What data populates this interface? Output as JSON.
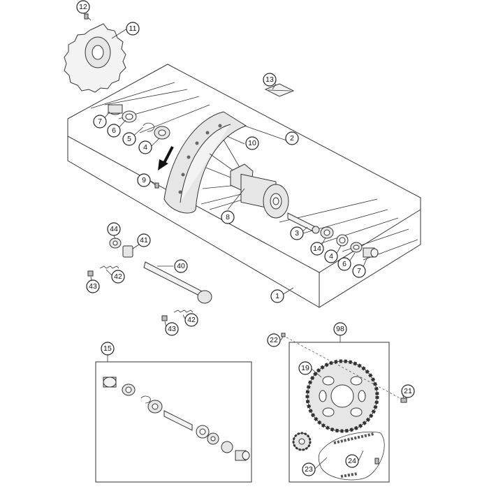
{
  "diagram": {
    "callouts": {
      "c1": "1",
      "c2": "2",
      "c3": "3",
      "c4a": "4",
      "c4b": "4",
      "c5": "5",
      "c6a": "6",
      "c6b": "6",
      "c7a": "7",
      "c7b": "7",
      "c8": "8",
      "c9": "9",
      "c10": "10",
      "c11": "11",
      "c12": "12",
      "c13": "13",
      "c14": "14",
      "c15": "15",
      "c19": "19",
      "c21": "21",
      "c22": "22",
      "c23": "23",
      "c24": "24",
      "c40": "40",
      "c41": "41",
      "c42a": "42",
      "c42b": "42",
      "c43a": "43",
      "c43b": "43",
      "c44": "44",
      "c98": "98"
    },
    "colors": {
      "line": "#333333",
      "part_fill": "#e6e6e6",
      "arrow": "#111111"
    }
  }
}
